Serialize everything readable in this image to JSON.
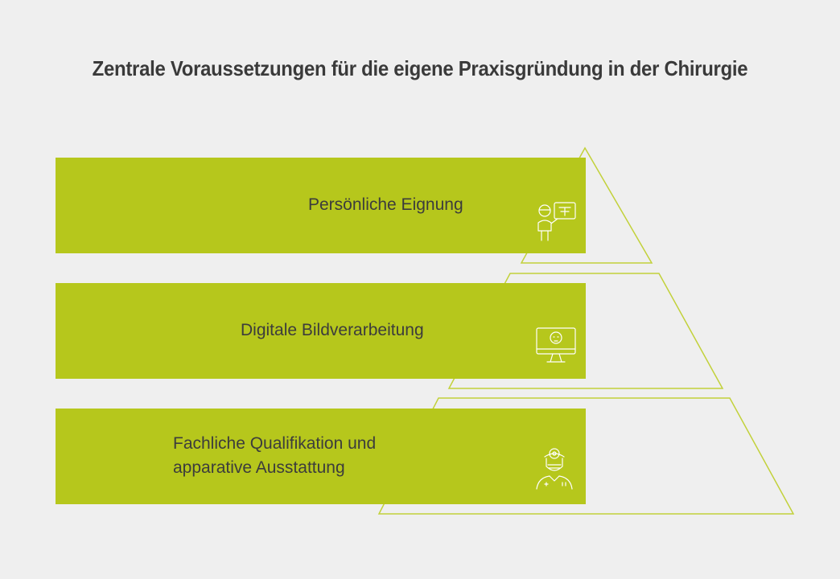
{
  "title": "Zentrale Voraussetzungen für die eigene Praxisgründung in der Chirurgie",
  "colors": {
    "background": "#efefef",
    "bar": "#b6c71c",
    "outline": "#c2d13a",
    "icon": "#ffffff"
  },
  "levels": [
    {
      "label": "Persönliche Eignung",
      "icon": "doctor-presentation-icon"
    },
    {
      "label": "Digitale Bildverarbeitung",
      "icon": "monitor-xray-icon"
    },
    {
      "label": "Fachliche Qualifikation und\napparative Ausstattung",
      "icon": "surgeon-icon"
    }
  ]
}
